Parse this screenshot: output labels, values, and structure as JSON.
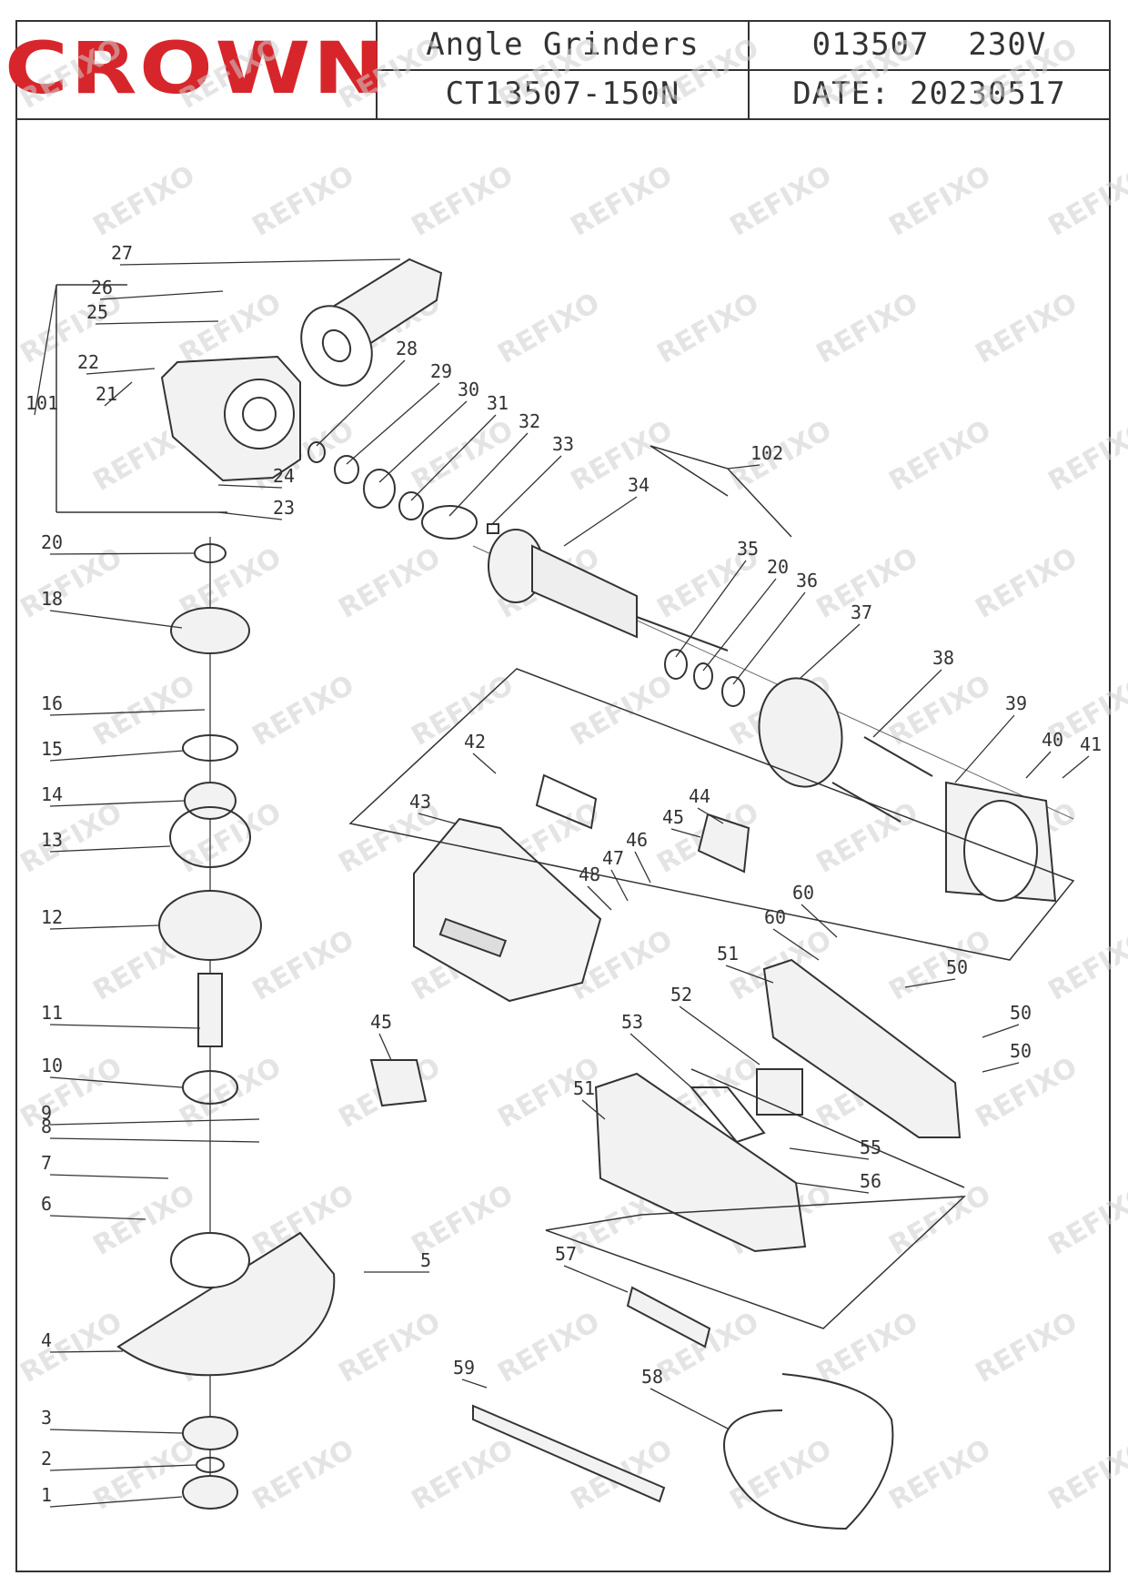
{
  "header": {
    "brand": "CROWN",
    "title": "Angle Grinders",
    "model": "CT13507-150N",
    "code": "013507  230V",
    "date": "DATE: 20230517"
  },
  "watermark": "REFIXO",
  "colors": {
    "brand": "#d7262b",
    "line": "#333333"
  },
  "part_labels": [
    "101",
    "102",
    "1",
    "2",
    "3",
    "4",
    "5",
    "6",
    "7",
    "8",
    "9",
    "10",
    "11",
    "12",
    "13",
    "14",
    "15",
    "16",
    "18",
    "20",
    "21",
    "22",
    "23",
    "24",
    "25",
    "26",
    "27",
    "28",
    "29",
    "30",
    "31",
    "32",
    "33",
    "34",
    "35",
    "20",
    "36",
    "37",
    "38",
    "39",
    "40",
    "41",
    "42",
    "43",
    "44",
    "45",
    "46",
    "47",
    "48",
    "45",
    "50",
    "50",
    "50",
    "51",
    "51",
    "52",
    "53",
    "55",
    "56",
    "57",
    "58",
    "59",
    "60",
    "60"
  ]
}
